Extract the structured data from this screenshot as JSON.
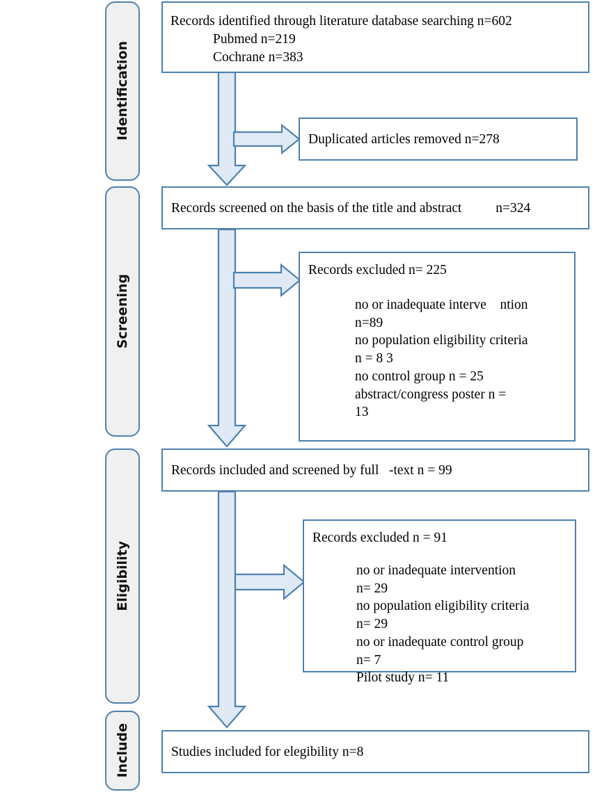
{
  "diagram": {
    "title": "PRISMA study selection flow diagram",
    "type": "flowchart",
    "colors": {
      "box_border": "#4e81ad",
      "box_fill": "#ffffff",
      "pill_fill": "#f0f0f0",
      "arrow_fill": "#dfeaf6",
      "arrow_stroke": "#4e81ad",
      "text": "#000000"
    }
  },
  "stages": [
    {
      "id": "identification",
      "label": "Identification"
    },
    {
      "id": "screening",
      "label": "Screening"
    },
    {
      "id": "eligibility",
      "label": "Eligibility"
    },
    {
      "id": "include",
      "label": "Include"
    }
  ],
  "boxes": {
    "identified": {
      "line1": "Records identified through literature database searching n=602",
      "line2": "Pubmed n=219",
      "line3": "Cochrane n=383"
    },
    "duplicates": {
      "line1": "Duplicated articles removed n=278"
    },
    "screened": {
      "line1": "Records screened on the basis of the title and abstract          n=324"
    },
    "excluded_screening": {
      "heading": "Records excluded n= 225",
      "reasons": "no or inadequate interve    ntion\nn=89\nno population eligibility criteria\nn = 8 3\nno control group n = 25\nabstract/congress poster n =\n13"
    },
    "fulltext": {
      "line1": "Records included and screened by full   -text n = 99"
    },
    "excluded_eligibility": {
      "heading": "Records excluded n = 91",
      "reasons": "no or inadequate intervention\nn= 29\nno population eligibility criteria\nn= 29\nno or inadequate control group\nn= 7\nPilot study n= 11"
    },
    "included": {
      "line1": "Studies included for elegibility n=8"
    }
  },
  "counts": {
    "records_identified_total": 602,
    "pubmed": 219,
    "cochrane": 383,
    "duplicates_removed": 278,
    "records_screened": 324,
    "excluded_after_screening": 225,
    "excluded_no_intervention": 89,
    "excluded_no_population_criteria": 83,
    "excluded_no_control_group": 25,
    "excluded_abstract_poster": 13,
    "full_text_screened": 99,
    "excluded_after_fulltext": 91,
    "ft_excluded_no_intervention": 29,
    "ft_excluded_no_population_criteria": 29,
    "ft_excluded_no_control_group": 7,
    "ft_excluded_pilot_study": 11,
    "studies_included": 8
  }
}
